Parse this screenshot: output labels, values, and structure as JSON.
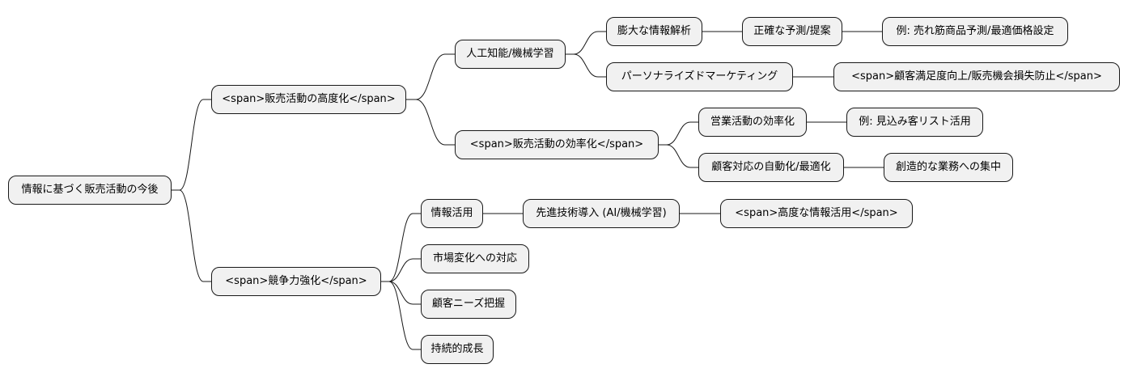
{
  "mindmap": {
    "root": "情報に基づく販売活動の今後",
    "branch_sales": "<span>販売活動の高度化</span>",
    "ai_ml": "人工知能/機械学習",
    "info_analysis": "膨大な情報解析",
    "prediction": "正確な予測/提案",
    "prediction_example": "例: 売れ筋商品予測/最適価格設定",
    "personalized": "パーソナライズドマーケティング",
    "satisfaction": "<span>顧客満足度向上/販売機会損失防止</span>",
    "efficiency": "<span>販売活動の効率化</span>",
    "sales_eff": "営業活動の効率化",
    "leads_example": "例: 見込み客リスト活用",
    "cust_auto": "顧客対応の自動化/最適化",
    "creative_focus": "創造的な業務への集中",
    "branch_compete": "<span>競争力強化</span>",
    "info_use": "情報活用",
    "adv_tech": "先進技術導入 (AI/機械学習)",
    "advanced_info": "<span>高度な情報活用</span>",
    "market_change": "市場変化への対応",
    "cust_needs": "顧客ニーズ把握",
    "sustainable": "持続的成長"
  }
}
